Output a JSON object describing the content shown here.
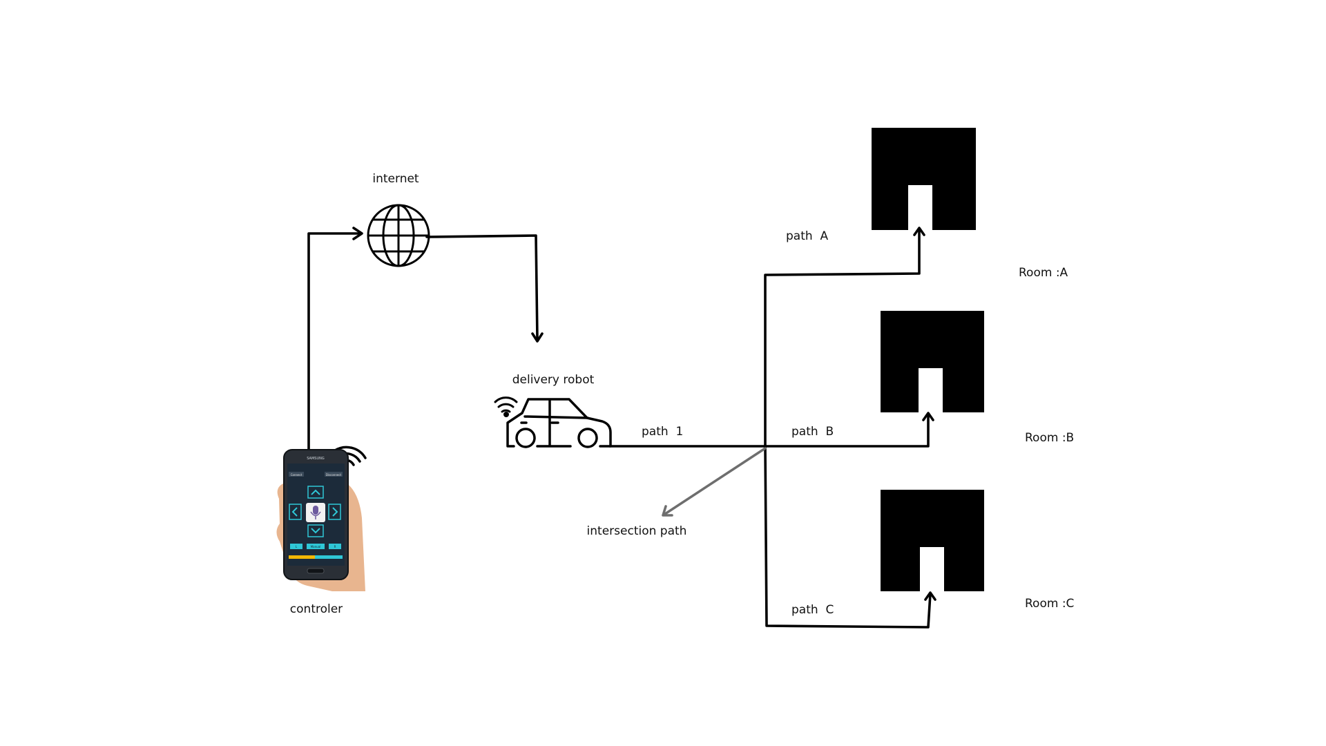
{
  "labels": {
    "internet": "internet",
    "delivery_robot": "delivery robot",
    "controller": "controler",
    "path_1": "path  1",
    "path_a": "path  A",
    "path_b": "path  B",
    "path_c": "path  C",
    "intersection_path": "intersection path",
    "room_a": "Room :A",
    "room_b": "Room :B",
    "room_c": "Room :C"
  },
  "phone_app": {
    "brand": "SAMSUNG",
    "buttons": [
      "Connect",
      "Disconnect",
      "L",
      "Manual",
      "R"
    ]
  },
  "colors": {
    "line": "#000000",
    "intersection_arrow": "#6e6e6e",
    "room_fill": "#000000",
    "phone_screen": "#1c2b3a",
    "phone_accent": "#2fc7d6",
    "phone_slider": "#f2b705",
    "hand": "#e8b58f"
  },
  "icons": [
    "globe-icon",
    "car-icon",
    "wifi-icon",
    "phone-icon",
    "microphone-icon",
    "room-icon"
  ]
}
